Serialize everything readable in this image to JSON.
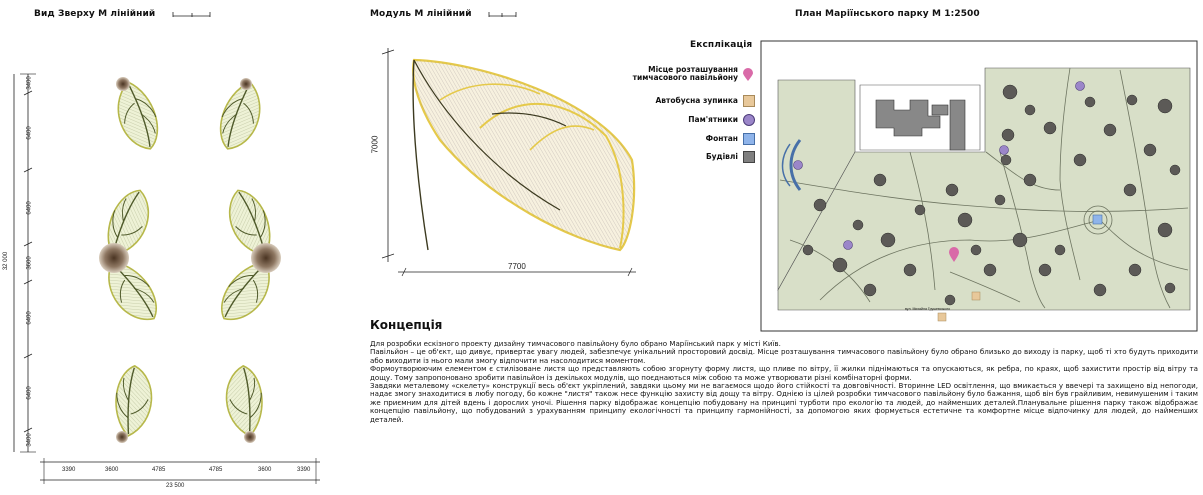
{
  "top_view": {
    "title": "Вид Зверху М лінійний",
    "vertical_total": "32 000",
    "vertical_segments": [
      "3400",
      "6400",
      "6400",
      "3600",
      "6400",
      "6400",
      "3400"
    ],
    "horizontal_segments": [
      "3390",
      "3600",
      "4785",
      "4785",
      "3600",
      "3390"
    ],
    "horizontal_total": "23 500"
  },
  "module_view": {
    "title": "Модуль М лінійний",
    "height_label": "7000",
    "width_label": "7700"
  },
  "park_plan": {
    "title": "План Маріїнського парку М 1:2500",
    "legend_title": "Експлікація",
    "legend": [
      {
        "label": "Місце розташування тимчасового павільйону",
        "icon": "map-pin-icon",
        "color": "#d96aa8"
      },
      {
        "label": "Автобусна зупинка",
        "icon": "bus-stop-square-icon",
        "color": "#e8c89a"
      },
      {
        "label": "Пам'ятники",
        "icon": "monument-circle-icon",
        "color": "#9b86c9"
      },
      {
        "label": "Фонтан",
        "icon": "fountain-square-icon",
        "color": "#8fb4ea"
      },
      {
        "label": "Будівлі",
        "icon": "building-square-icon",
        "color": "#808080"
      }
    ],
    "street_label": "вул. Михайла Грушевського"
  },
  "concept": {
    "title": "Концепція",
    "paragraphs": [
      "Для розробки ескізного проекту дизайну тимчасового павільйону було обрано Маріїнський парк у місті Київ.",
      "Павільйон – це об'єкт, що дивує, привертає увагу людей, забезпечує унікальний просторовий досвід. Місце розташування тимчасового павільйону було обрано близько до виходу із парку, щоб ті хто будуть приходити або виходити із нього мали змогу відпочити на насолодитися моментом.",
      "Формоутворюючим елементом є стилізоване листя що представляють собою згорнуту форму листя, що пливе по вітру, її жилки піднімаються та опускаються, як ребра, по краях, щоб захистити простір від вітру та дощу. Тому запропоновано зробити павільйон із декількох модулів, що поєднаються між собою та може утворювати різні комбінаторні форми.",
      "Завдяки металевому «скелету» конструкції весь об'єкт укріплений, завдяки цьому ми не вагаємося щодо його стійкості та довговічності. Вторинне LED освітлення, що вмикається у ввечері та захищено від непогоди, надає змогу знаходитися в любу погоду, бо кожне \"листя\" також несе функцію захисту від дощу та вітру. Однією із цілей розробки тимчасового павільйону було бажання, щоб він був грайливим, невимушеним і таким же приємним для дітей вдень і дорослих уночі. Рішення парку відображає концепцію побудовану на принципі турботи про екологію та людей, до найменших деталей.Планувальне рішення парку також відображає концепцію павільйону, що побудований з урахуванням принципу екологічності та принципу гармонійності, за допомогою яких формується естетичне та комфортне місце відпочинку для людей, до найменших деталей."
    ]
  }
}
